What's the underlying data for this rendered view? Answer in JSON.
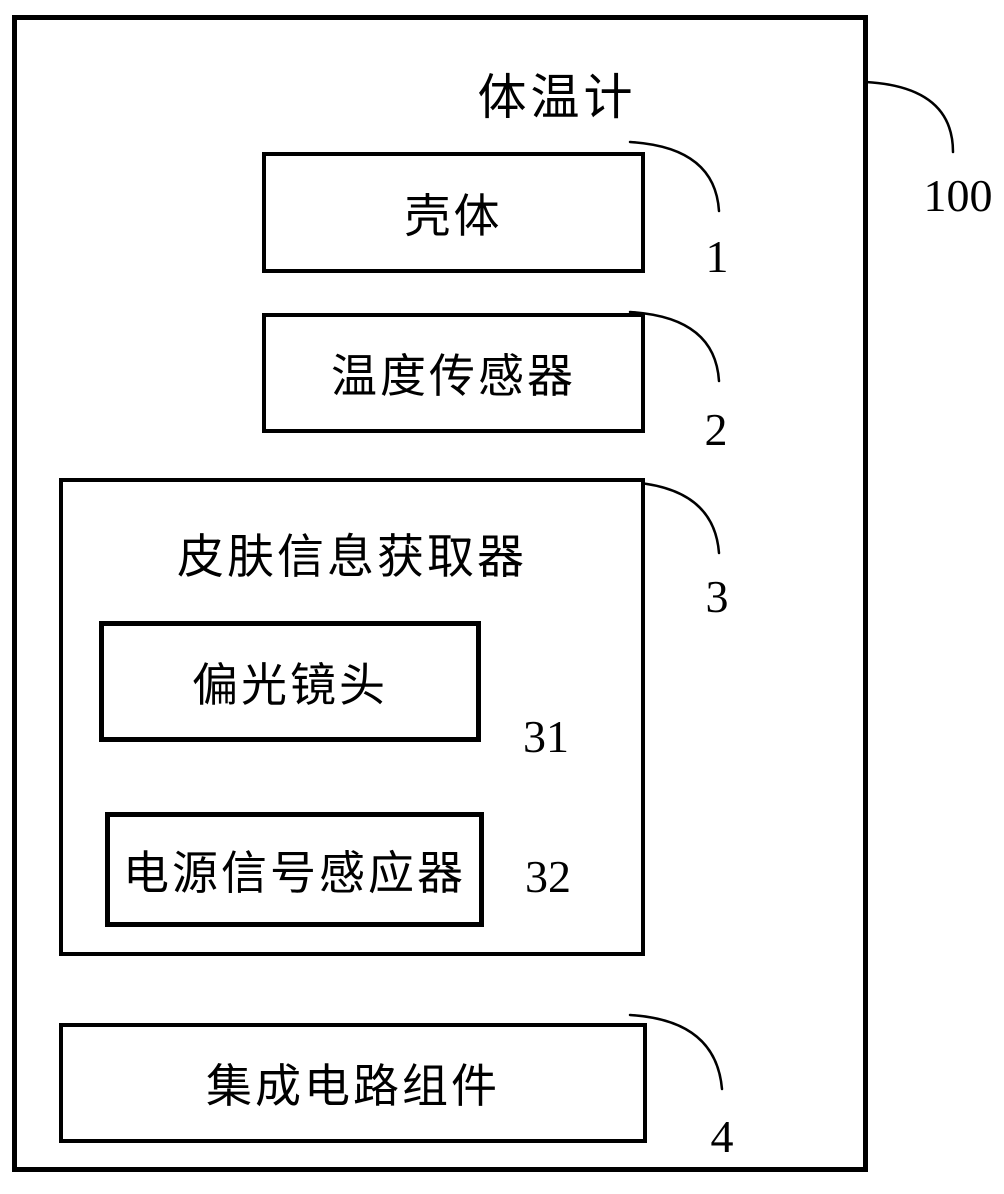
{
  "diagram": {
    "title": "体温计",
    "outer_ref": "100",
    "blocks": [
      {
        "id": "housing",
        "label": "壳体",
        "ref": "1"
      },
      {
        "id": "temperature-sensor",
        "label": "温度传感器",
        "ref": "2"
      },
      {
        "id": "skin-info-acquirer",
        "label": "皮肤信息获取器",
        "ref": "3",
        "children": [
          {
            "id": "polarizing-lens",
            "label": "偏光镜头",
            "ref": "31"
          },
          {
            "id": "power-signal-sensor",
            "label": "电源信号感应器",
            "ref": "32"
          }
        ]
      },
      {
        "id": "integrated-circuit-assembly",
        "label": "集成电路组件",
        "ref": "4"
      }
    ],
    "colors": {
      "line": "#000000",
      "background": "#ffffff",
      "text": "#000000"
    }
  }
}
